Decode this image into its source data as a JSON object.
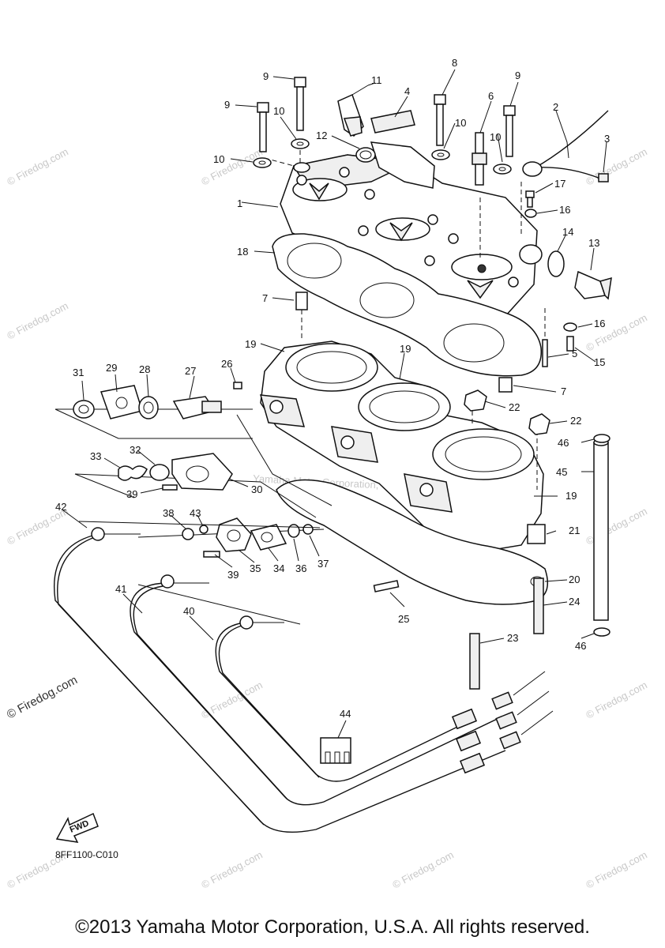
{
  "diagram": {
    "part_code": "8FF1100-C010",
    "fwd_label": "FWD",
    "copyright": "©2013 Yamaha Motor Corporation, U.S.A. All rights reserved.",
    "watermark": "© Firedog.com",
    "watermark_center": "Yamaha Motor Corporation, U.S.A.",
    "callouts": {
      "c1": "1",
      "c2": "2",
      "c3": "3",
      "c4": "4",
      "c5": "5",
      "c6": "6",
      "c7a": "7",
      "c7b": "7",
      "c8": "8",
      "c9a": "9",
      "c9b": "9",
      "c9c": "9",
      "c10a": "10",
      "c10b": "10",
      "c10c": "10",
      "c10d": "10",
      "c11": "11",
      "c12": "12",
      "c13": "13",
      "c14": "14",
      "c15": "15",
      "c16a": "16",
      "c16b": "16",
      "c17": "17",
      "c18": "18",
      "c19a": "19",
      "c19b": "19",
      "c19c": "19",
      "c20": "20",
      "c21": "21",
      "c22a": "22",
      "c22b": "22",
      "c23": "23",
      "c24": "24",
      "c25": "25",
      "c26": "26",
      "c27": "27",
      "c28": "28",
      "c29": "29",
      "c30": "30",
      "c31": "31",
      "c32": "32",
      "c33": "33",
      "c34": "34",
      "c35": "35",
      "c36": "36",
      "c37": "37",
      "c38": "38",
      "c39a": "39",
      "c39b": "39",
      "c40": "40",
      "c41": "41",
      "c42": "42",
      "c43": "43",
      "c44": "44",
      "c45": "45",
      "c46a": "46",
      "c46b": "46"
    }
  }
}
